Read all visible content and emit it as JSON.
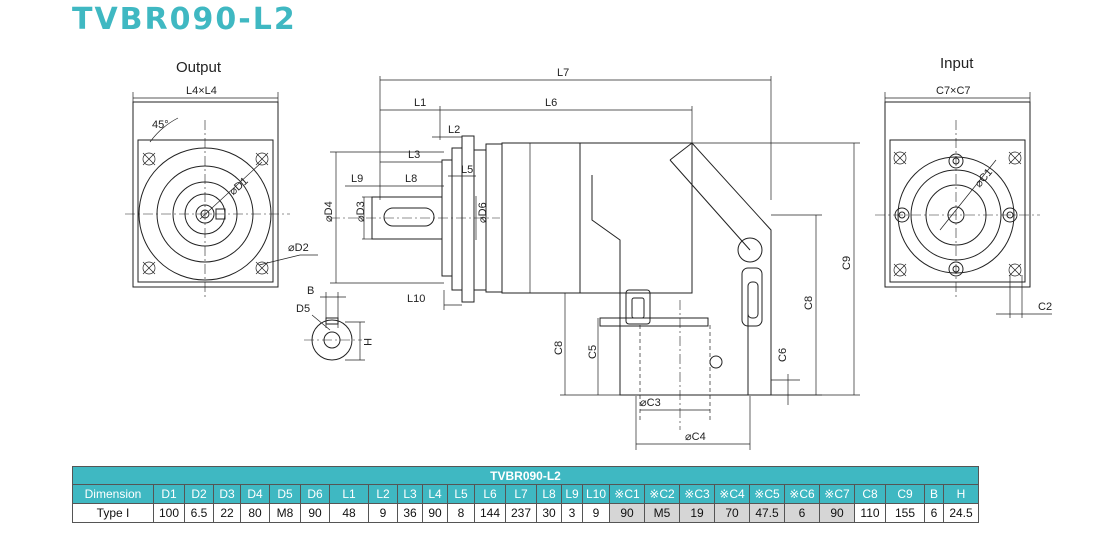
{
  "title": "TVBR090-L2",
  "views": {
    "output": "Output",
    "input": "Input"
  },
  "labels": {
    "L4xL4": "L4×L4",
    "angle45": "45°",
    "D1": "⌀D1",
    "D2": "⌀D2",
    "B": "B",
    "D5": "D5",
    "H": "H",
    "L7": "L7",
    "L1": "L1",
    "L6": "L6",
    "L2": "L2",
    "L3": "L3",
    "L9": "L9",
    "L8": "L8",
    "L5": "L5",
    "D4": "⌀D4",
    "D3": "⌀D3",
    "D6": "⌀D6",
    "L10": "L10",
    "C8a": "C8",
    "C5": "C5",
    "C3": "⌀C3",
    "C4": "⌀C4",
    "C6": "C6",
    "C8b": "C8",
    "C9": "C9",
    "C7xC7": "C7×C7",
    "C1": "⌀C1",
    "C2": "C2"
  },
  "table": {
    "caption": "TVBR090-L2",
    "headers": [
      "Dimension",
      "D1",
      "D2",
      "D3",
      "D4",
      "D5",
      "D6",
      "L1",
      "L2",
      "L3",
      "L4",
      "L5",
      "L6",
      "L7",
      "L8",
      "L9",
      "L10",
      "※C1",
      "※C2",
      "※C3",
      "※C4",
      "※C5",
      "※C6",
      "※C7",
      "C8",
      "C9",
      "B",
      "H"
    ],
    "row_label": "Type I",
    "values": [
      "100",
      "6.5",
      "22",
      "80",
      "M8",
      "90",
      "48",
      "9",
      "36",
      "90",
      "8",
      "144",
      "237",
      "30",
      "3",
      "9",
      "90",
      "M5",
      "19",
      "70",
      "47.5",
      "6",
      "90",
      "110",
      "155",
      "6",
      "24.5"
    ],
    "shaded": [
      false,
      false,
      false,
      false,
      false,
      false,
      false,
      false,
      false,
      false,
      false,
      false,
      false,
      false,
      false,
      false,
      true,
      true,
      true,
      true,
      true,
      true,
      true,
      false,
      false,
      false,
      false
    ]
  }
}
